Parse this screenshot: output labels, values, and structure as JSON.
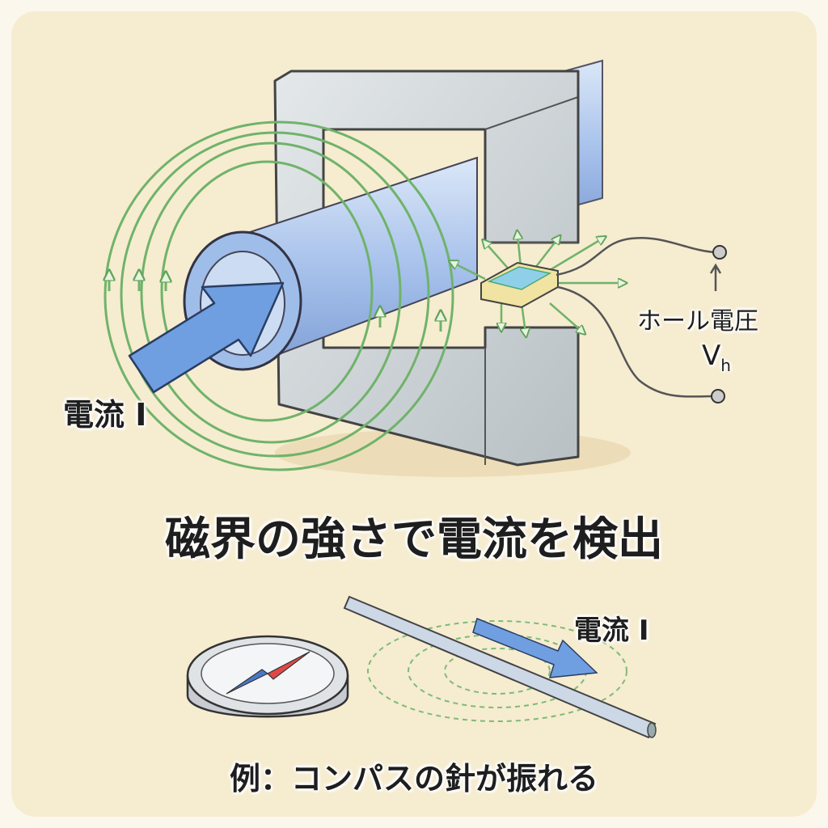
{
  "labels": {
    "current_top": "電流 I",
    "hall_voltage": "ホール電圧",
    "vh_main": "V",
    "vh_sub": "h",
    "title": "磁界の強さで電流を検出",
    "current_bottom": "電流 I",
    "example": "例：コンパスの針が振れる"
  },
  "colors": {
    "background": "#f6ecd0",
    "field_lines": "#6fb36a",
    "current_arrow": "#6f9fe0",
    "core": "#c9cfd2"
  }
}
